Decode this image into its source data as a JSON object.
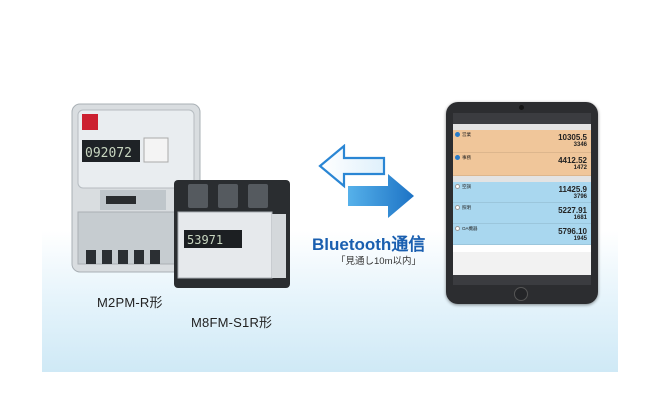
{
  "labels": {
    "meter_a": "M2PM-R形",
    "meter_b": "M8FM-S1R形"
  },
  "bluetooth": {
    "title": "Bluetooth通信",
    "subtitle": "「見通し10m以内」"
  },
  "meter_a_display": "092072",
  "meter_b_display": "53971",
  "tablet_app": {
    "cards": [
      {
        "name": "営業",
        "v1": "10305.5",
        "v2": "3346",
        "style": "orange"
      },
      {
        "name": "事務",
        "v1": "4412.52",
        "v2": "1472",
        "style": "orange"
      },
      {
        "name": "空調",
        "v1": "11425.9",
        "v2": "3796",
        "style": "blue"
      },
      {
        "name": "照明",
        "v1": "5227.91",
        "v2": "1681",
        "style": "blue"
      },
      {
        "name": "OA機器",
        "v1": "5796.10",
        "v2": "1945",
        "style": "blue"
      }
    ]
  },
  "colors": {
    "arrow_blue": "#2a86d4",
    "label_blue": "#1a5fb0",
    "card_orange": "#f0c69a",
    "card_blue": "#a9d7ef"
  }
}
